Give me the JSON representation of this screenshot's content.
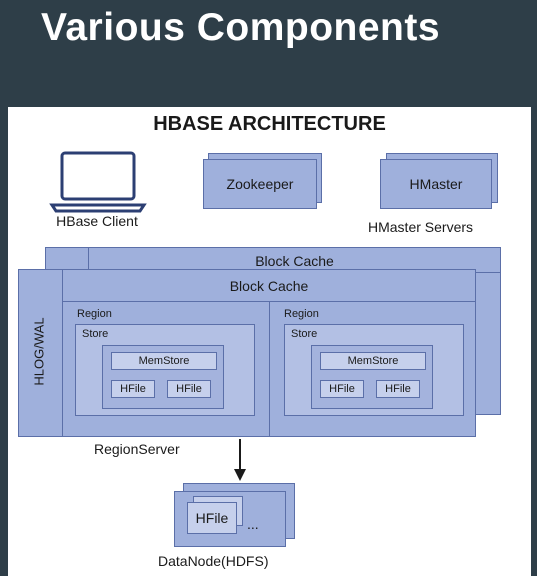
{
  "slide": {
    "title": "Various Components"
  },
  "diagram": {
    "title": "HBASE ARCHITECTURE",
    "client": {
      "label": "HBase Client",
      "icon": "laptop-icon"
    },
    "zookeeper": {
      "label": "Zookeeper"
    },
    "hmaster": {
      "box_label": "HMaster",
      "caption": "HMaster Servers"
    },
    "region_server": {
      "block_cache_back": "Block Cache",
      "block_cache_front": "Block Cache",
      "wal": "HLOG/WAL",
      "caption": "RegionServer",
      "regions": [
        {
          "region_label": "Region",
          "store_label": "Store",
          "memstore": "MemStore",
          "hfiles": [
            "HFile",
            "HFile"
          ]
        },
        {
          "region_label": "Region",
          "store_label": "Store",
          "memstore": "MemStore",
          "hfiles": [
            "HFile",
            "HFile"
          ]
        }
      ]
    },
    "datanode": {
      "hfile": "HFile",
      "ellipsis": "...",
      "caption": "DataNode(HDFS)"
    }
  },
  "colors": {
    "background": "#2e3e48",
    "panel": "#ffffff",
    "box_fill": "#9fb0dc",
    "box_fill_light": "#c6d0ec",
    "box_border": "#5b6fa8",
    "text": "#1a1a1a"
  }
}
